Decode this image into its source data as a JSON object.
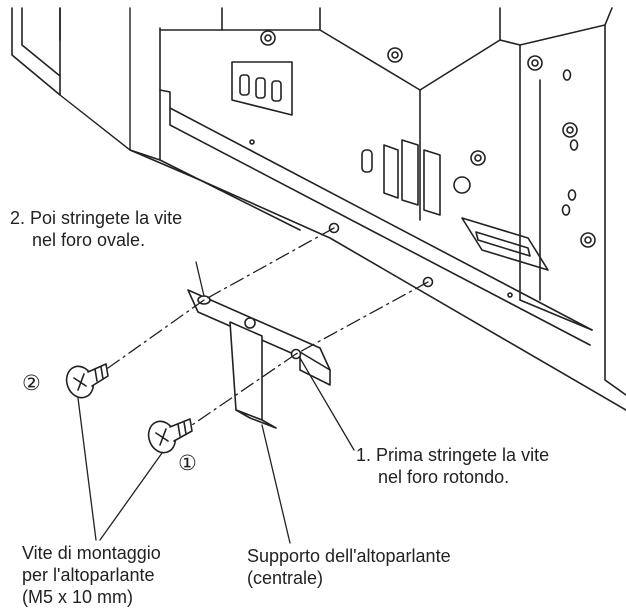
{
  "callouts": {
    "step2": {
      "line1": "2. Poi stringete la vite",
      "line2": "nel foro ovale."
    },
    "step1": {
      "line1": "1. Prima stringete la vite",
      "line2": "nel foro rotondo."
    },
    "screws": {
      "line1": "Vite di montaggio",
      "line2": "per l'altoparlante",
      "line3": "(M5 x 10 mm)"
    },
    "bracket": {
      "line1": "Supporto dell'altoparlante",
      "line2": "(centrale)"
    }
  },
  "markers": {
    "one": "①",
    "two": "②"
  },
  "colors": {
    "line": "#222222",
    "panel_fill": "#ffffff",
    "background": "#ffffff"
  }
}
